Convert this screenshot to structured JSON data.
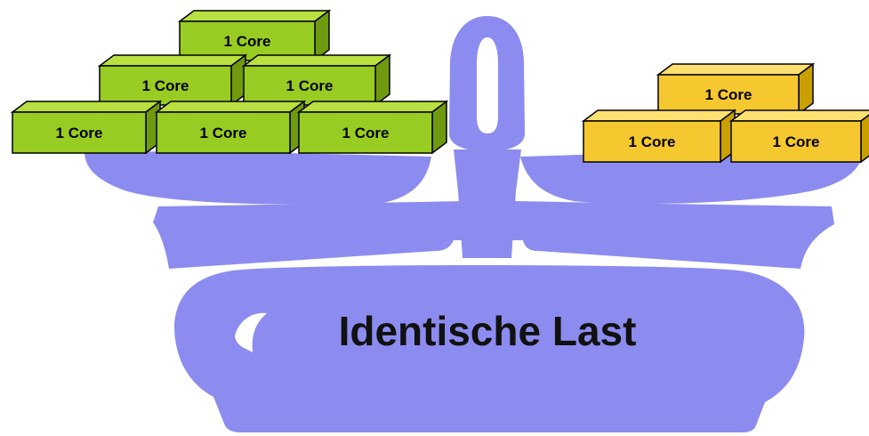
{
  "title": "Identische Last",
  "scale_color": "#8c8cf0",
  "left_pan": {
    "color_front": "#99cc22",
    "color_top": "#b8e040",
    "color_side": "#6f9a10",
    "bricks": [
      {
        "label": "1 Core"
      },
      {
        "label": "1 Core"
      },
      {
        "label": "1 Core"
      },
      {
        "label": "1 Core"
      },
      {
        "label": "1 Core"
      },
      {
        "label": "1 Core"
      }
    ]
  },
  "right_pan": {
    "color_front": "#f5c830",
    "color_top": "#ffe070",
    "color_side": "#c9a000",
    "bricks": [
      {
        "label": "1 Core"
      },
      {
        "label": "1 Core"
      },
      {
        "label": "1 Core"
      }
    ]
  }
}
